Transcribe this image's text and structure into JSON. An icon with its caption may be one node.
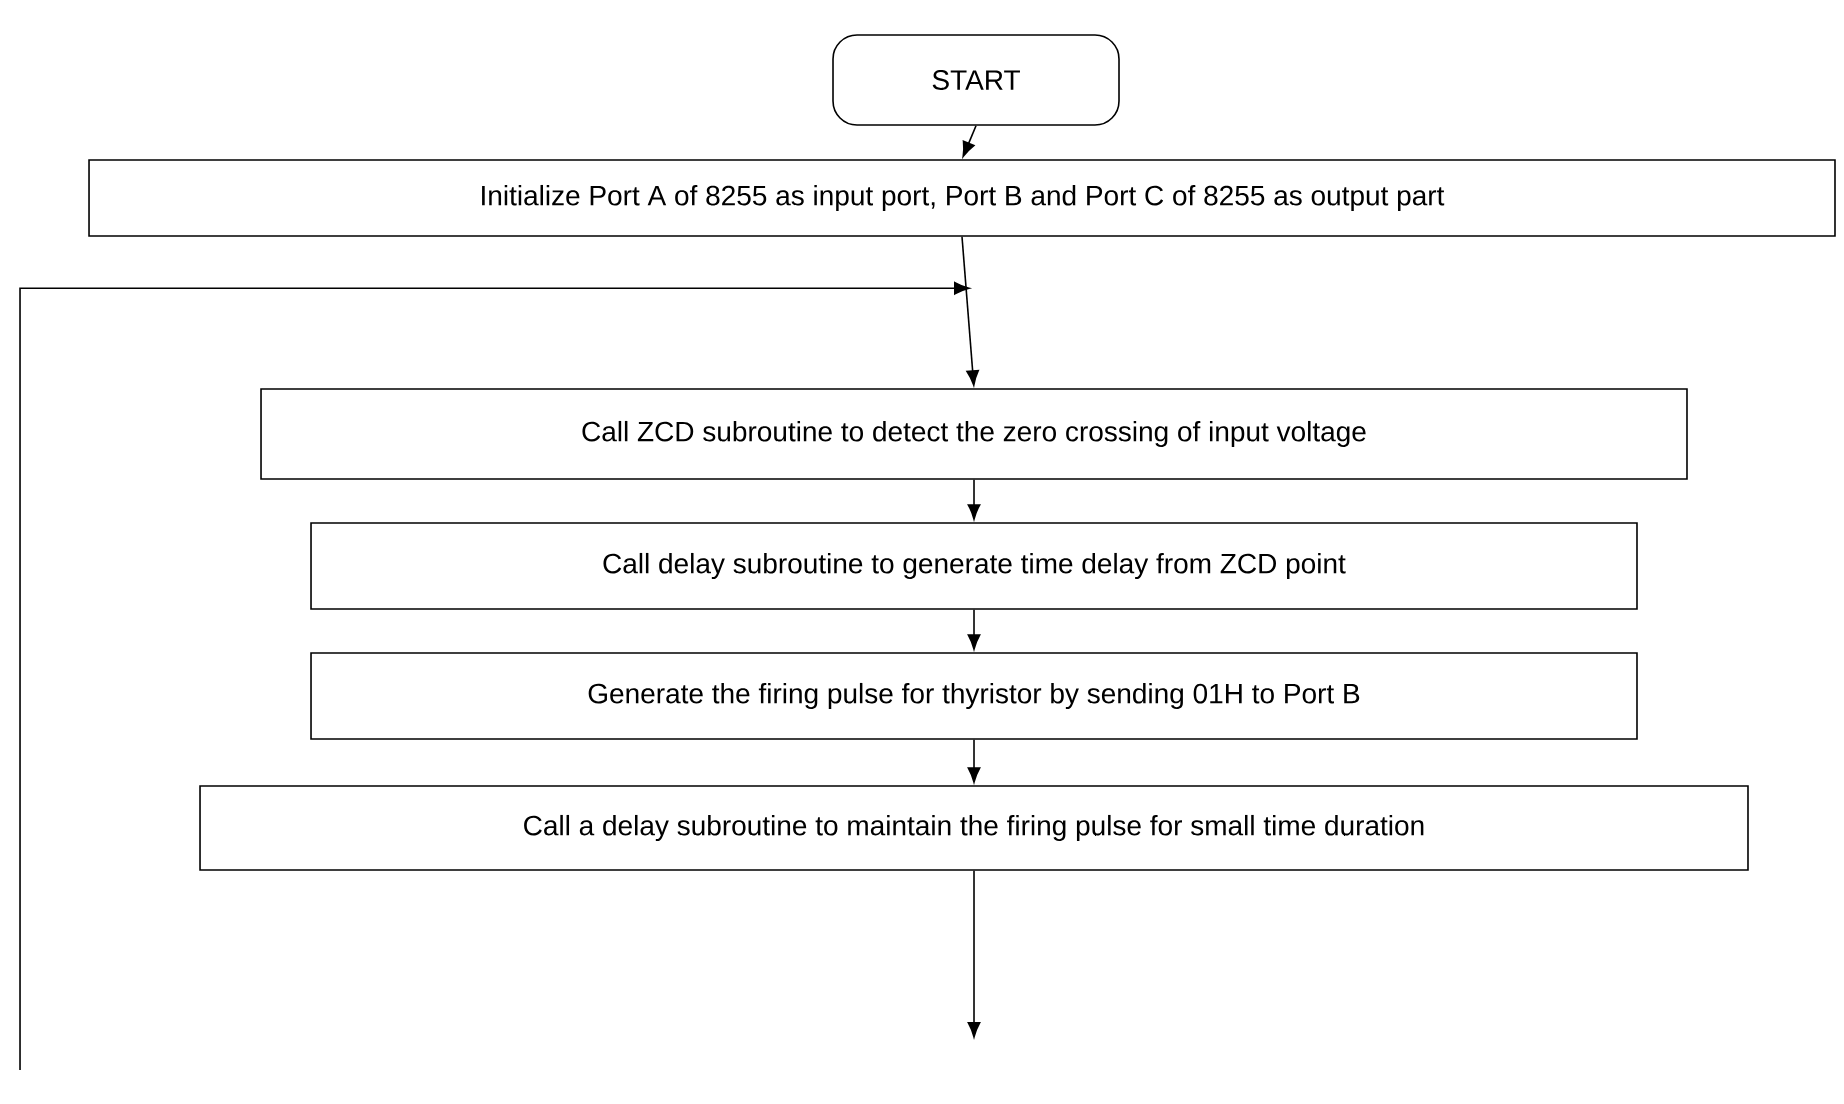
{
  "diagram": {
    "nodes": [
      {
        "text": [
          "START"
        ]
      },
      {
        "text": [
          "Initialize Port A of 8255 as input port, Port B and Port C of 8255 as output part"
        ]
      },
      {
        "text": [
          "Call ZCD subroutine to detect the zero crossing of input voltage"
        ]
      },
      {
        "text": [
          "Call delay subroutine to generate time delay from ZCD point"
        ]
      },
      {
        "text": [
          "Generate the firing pulse for thyristor by sending 01H to Port B"
        ]
      },
      {
        "text": [
          "Call a delay subroutine to maintain the firing pulse for small time duration"
        ]
      }
    ],
    "edges": [
      {
        "from": 0,
        "to": 1,
        "arrow": "to"
      },
      {
        "from": 1,
        "to": 2,
        "arrow": "to"
      },
      {
        "from": 2,
        "to": 3,
        "arrow": "to"
      },
      {
        "from": 3,
        "to": 4,
        "arrow": "to"
      },
      {
        "from": 4,
        "to": 5,
        "arrow": "to"
      },
      {
        "from": 5,
        "to": null,
        "arrow": "to"
      },
      {
        "from": null,
        "to": 2,
        "arrow": "to"
      }
    ]
  }
}
